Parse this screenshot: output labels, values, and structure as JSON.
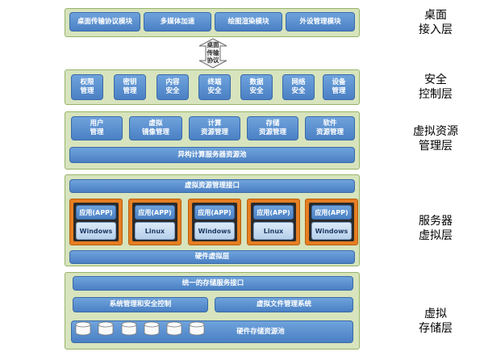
{
  "layers": {
    "desktop": {
      "label": "桌面\n接入层",
      "modules": [
        "桌面传输协议模块",
        "多媒体加速",
        "绘图渲染模块",
        "外设管理模块"
      ]
    },
    "protocol_arrow": {
      "label": "桌面\n传输\n协议"
    },
    "security": {
      "label": "安全\n控制层",
      "modules": [
        "权限\n管理",
        "密钥\n管理",
        "内容\n安全",
        "终端\n安全",
        "数据\n安全",
        "网络\n安全",
        "设备\n管理"
      ]
    },
    "resource": {
      "label": "虚拟资源\n管理层",
      "modules": [
        "用户\n管理",
        "虚拟\n镜像管理",
        "计算\n资源管理",
        "存储\n资源管理",
        "软件\n资源管理"
      ],
      "pool": "异构计算服务器资源池"
    },
    "server": {
      "label": "服务器\n虚拟层",
      "interface": "虚拟资源管理接口",
      "vms": [
        {
          "app": "应用(APP)",
          "os": "Windows"
        },
        {
          "app": "应用(APP)",
          "os": "Linux"
        },
        {
          "app": "应用(APP)",
          "os": "Windows"
        },
        {
          "app": "应用(APP)",
          "os": "Linux"
        },
        {
          "app": "应用(APP)",
          "os": "Windows"
        }
      ],
      "hardware": "硬件虚拟层"
    },
    "storage": {
      "label": "虚拟\n存储层",
      "interface": "统一的存储服务接口",
      "system_mgmt": "系统管理和安全控制",
      "vfs": "虚拟文件管理系统",
      "pool": "硬件存储资源池"
    }
  },
  "colors": {
    "layer_fill": "#d7e4bd",
    "module_blue": "#4a80c4",
    "vm_orange": "#e67e22"
  }
}
